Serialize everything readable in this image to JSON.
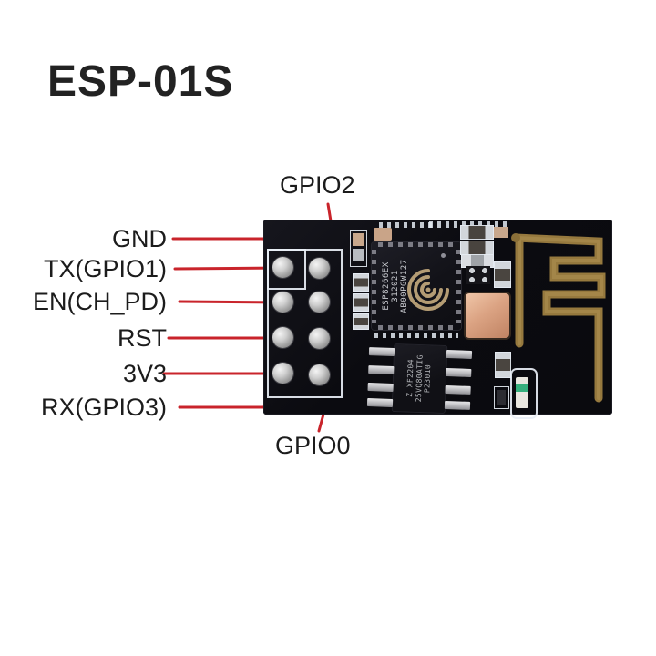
{
  "title": "ESP-01S",
  "pin_labels": {
    "gpio2": "GPIO2",
    "gpio0": "GPIO0",
    "left_column": [
      {
        "text": "GND"
      },
      {
        "text": "TX(GPIO1)"
      },
      {
        "text": "EN(CH_PD)"
      },
      {
        "text": "RST"
      },
      {
        "text": "3V3"
      },
      {
        "text": "RX(GPIO3)"
      }
    ]
  },
  "pin_mapping": [
    {
      "header_position": "row1-left",
      "signal": "TX(GPIO1)"
    },
    {
      "header_position": "row1-right",
      "signal": "GND"
    },
    {
      "header_position": "row2-left",
      "signal": "EN(CH_PD)"
    },
    {
      "header_position": "row2-right",
      "signal": "GPIO2"
    },
    {
      "header_position": "row3-left",
      "signal": "RST"
    },
    {
      "header_position": "row3-right",
      "signal": "GPIO0"
    },
    {
      "header_position": "row4-left",
      "signal": "3V3"
    },
    {
      "header_position": "row4-right",
      "signal": "RX(GPIO3)"
    }
  ],
  "board": {
    "main_chip_marking": {
      "line1": "ESP8266EX",
      "line2": "312021",
      "line3": "AB00PGW127"
    },
    "flash_chip_marking": {
      "line1": "Z XF2204",
      "line2": "25VQ80ATIG",
      "line3": "P23010"
    }
  },
  "colors": {
    "leader_line": "#c9242b",
    "antenna_gold": "#96793e",
    "board_black": "#0b0b10",
    "silkscreen": "#e9eff6"
  }
}
